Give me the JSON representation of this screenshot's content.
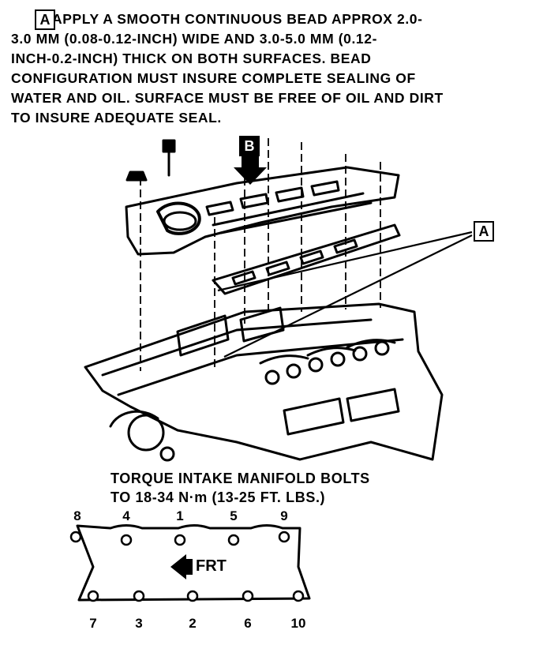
{
  "note": {
    "callout": "A",
    "lines": [
      "APPLY A SMOOTH CONTINUOUS BEAD APPROX 2.0-",
      "3.0 MM (0.08-0.12-INCH) WIDE AND 3.0-5.0 MM (0.12-",
      "INCH-0.2-INCH) THICK ON BOTH SURFACES. BEAD",
      "CONFIGURATION MUST INSURE COMPLETE SEALING OF",
      "WATER AND OIL. SURFACE MUST BE FREE OF OIL AND DIRT",
      "TO INSURE ADEQUATE SEAL."
    ]
  },
  "callouts": {
    "b": "B",
    "a": "A"
  },
  "torque": {
    "line1": "TORQUE INTAKE MANIFOLD BOLTS",
    "line2": "TO 18-34 N·m (13-25 FT. LBS.)"
  },
  "bolt_sequence": {
    "top": [
      "8",
      "4",
      "1",
      "5",
      "9"
    ],
    "bottom": [
      "7",
      "3",
      "2",
      "6",
      "10"
    ],
    "direction_label": "FRT"
  }
}
